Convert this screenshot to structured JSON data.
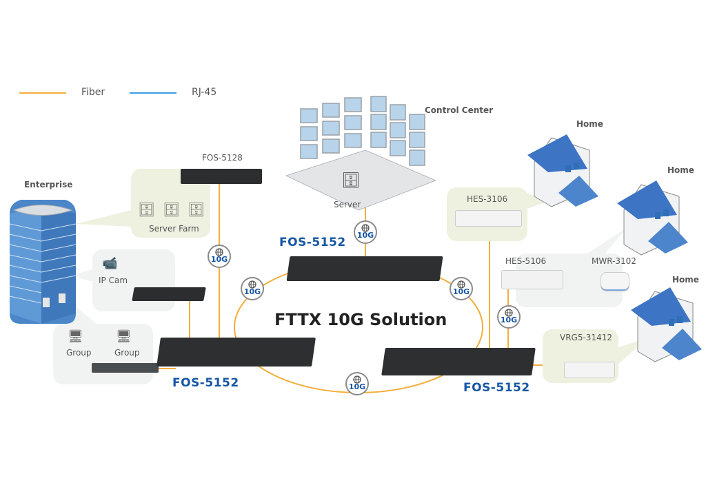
{
  "legend": {
    "items": [
      {
        "label": "Fiber",
        "color": "#f3ad3c"
      },
      {
        "label": "RJ-45",
        "color": "#3a9ee6"
      }
    ]
  },
  "title": "FTTX 10G Solution",
  "badge_text": "10G",
  "sites": {
    "enterprise": "Enterprise",
    "control_center": "Control Center",
    "home_1": "Home",
    "home_2": "Home",
    "home_3": "Home"
  },
  "devices": {
    "fos5128": "FOS-5128",
    "server_farm": "Server Farm",
    "ip_cam": "IP Cam",
    "group_1": "Group",
    "group_2": "Group",
    "server": "Server",
    "fos5152_top": "FOS-5152",
    "fos5152_left": "FOS-5152",
    "fos5152_right": "FOS-5152",
    "hes3106": "HES-3106",
    "hes5106": "HES-5106",
    "mwr3102": "MWR-3102",
    "vrg5": "VRG5-31412"
  },
  "colors": {
    "fiber": "#f3ad3c",
    "rj45": "#3a9ee6",
    "model_blue": "#1556a5"
  }
}
